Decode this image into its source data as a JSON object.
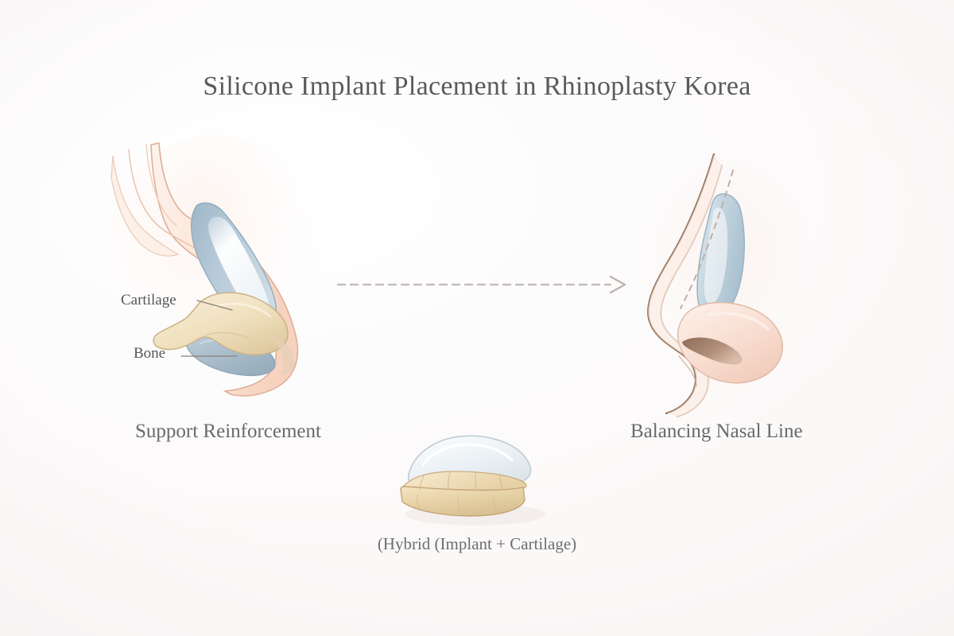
{
  "page": {
    "title": "Silicone Implant Placement in Rhinoplasty Korea",
    "background_color": "#fdfbfb"
  },
  "captions": {
    "left": "Support Reinforcement",
    "right": "Balancing Nasal Line",
    "center": "(Hybrid (Implant + Cartilage)"
  },
  "annotations": {
    "cartilage": "Cartilage",
    "bone": "Bone"
  },
  "colors": {
    "title_text": "#5a5a5c",
    "caption_text": "#6a6a6c",
    "label_text": "#55555a",
    "skin_outline": "#d8a98f",
    "skin_fill": "#fbe6da",
    "implant_blue": "#aec3d2",
    "implant_highlight": "#ffffff",
    "cartilage_cream": "#f0e3c4",
    "bone_blue": "#b6c7d3",
    "right_outline_brown": "#8a6a52",
    "dashed_guide": "#c9b7ae",
    "arrow": "#c6bcb8",
    "leader_line": "#8c8078",
    "graft_silicone": "#eef2f4",
    "graft_cartilage": "#e9d5ab",
    "nostril_shadow": "#9c7b68"
  },
  "figures": {
    "left": {
      "name": "pre-operative nose profile with implant and cartilage",
      "parts": [
        "skin profile",
        "silicone implant",
        "cartilage",
        "bone"
      ]
    },
    "right": {
      "name": "post-operative nose profile showing balanced dorsal line",
      "parts": [
        "skin profile outline",
        "silicone implant",
        "dashed nasal line guide",
        "nasal tip",
        "nostril"
      ]
    },
    "center": {
      "name": "hybrid graft: silicone implant over diced cartilage block",
      "parts": [
        "silicone implant sheet",
        "cartilage block"
      ]
    }
  },
  "arrow": {
    "name": "progression arrow",
    "direction": "right",
    "style": "dashed"
  }
}
